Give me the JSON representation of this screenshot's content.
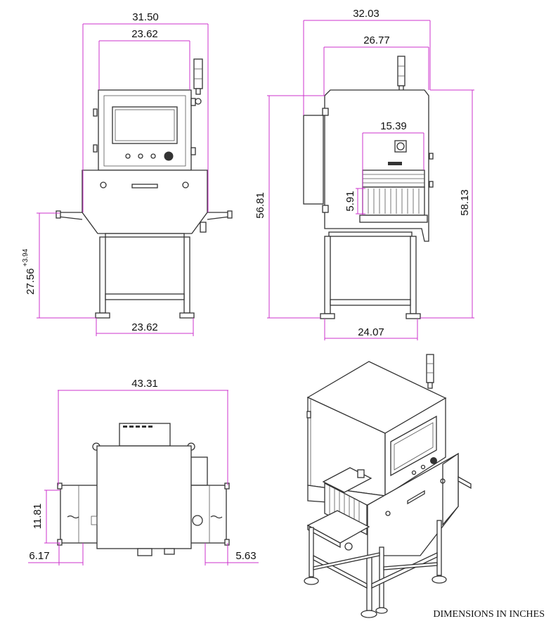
{
  "note": "DIMENSIONS IN INCHES",
  "front_view": {
    "overall_width": "31.50",
    "cabinet_width": "23.62",
    "base_width": "23.62",
    "conveyor_height": "27.56",
    "conveyor_height_tolerance": "+3.94"
  },
  "side_view": {
    "overall_depth": "32.03",
    "cabinet_depth": "26.77",
    "tunnel_depth": "15.39",
    "tunnel_height": "5.91",
    "cabinet_height": "56.81",
    "overall_height": "58.13",
    "base_depth": "24.07"
  },
  "top_view": {
    "overall_length": "43.31",
    "belt_width": "11.81",
    "left_extension": "6.17",
    "right_extension": "5.63"
  },
  "colors": {
    "dimension": "#cc33cc",
    "line": "#333333"
  }
}
